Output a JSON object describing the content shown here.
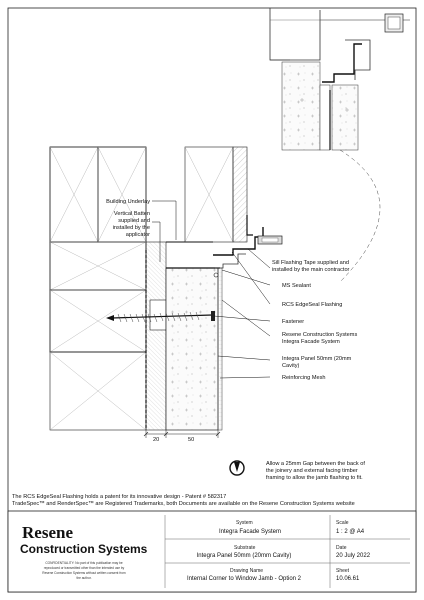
{
  "callouts": {
    "building_underlay": "Building Underlay",
    "vertical_batten": [
      "Vertical Batten",
      "supplied and",
      "installed by the",
      "applicator"
    ],
    "sill_flashing_tape": [
      "Sill Flashing Tape supplied and",
      "installed by the main contractor"
    ],
    "ms_sealant": "MS Sealant",
    "edgeseal_flashing": "RCS EdgeSeal Flashing",
    "fastener": "Fastener",
    "integra_system": [
      "Resene Construction Systems",
      "Integra Facade System"
    ],
    "integra_panel": [
      "Integra Panel 50mm (20mm",
      "Cavity)"
    ],
    "reinforcing_mesh": "Reinforcing Mesh"
  },
  "gap_note": [
    "Allow a 25mm Gap between the back of",
    "the joinery and external facing timber",
    "framing to allow the jamb flashing to fit."
  ],
  "dimensions": [
    "20",
    "50"
  ],
  "footnotes": [
    "The RCS EdgeSeal Flashing holds a patent for its innovative design - Patent # 582317",
    "TradeSpec™ and RenderSpec™ are Registered Trademarks, both Documents are available on the Resene Construction Systems website"
  ],
  "brand": {
    "line1": "Resene",
    "line2": "Construction Systems"
  },
  "confidentiality": [
    "CONFIDENTIALITY: No part of this publication may be",
    "reproduced or transmitted other than the intended use by",
    "Resene Construction Systems without written consent from",
    "the author."
  ],
  "title_block": {
    "system_label": "System",
    "system_value": "Integra Facade System",
    "substrate_label": "Substrate",
    "substrate_value": "Integra Panel 50mm (20mm Cavity)",
    "drawing_name_label": "Drawing Name",
    "drawing_name_value": "Internal Corner to Window Jamb - Option 2",
    "scale_label": "Scale",
    "scale_value": "1 : 2 @ A4",
    "date_label": "Date",
    "date_value": "20 July 2022",
    "sheet_label": "Sheet",
    "sheet_value": "10.06.61"
  }
}
